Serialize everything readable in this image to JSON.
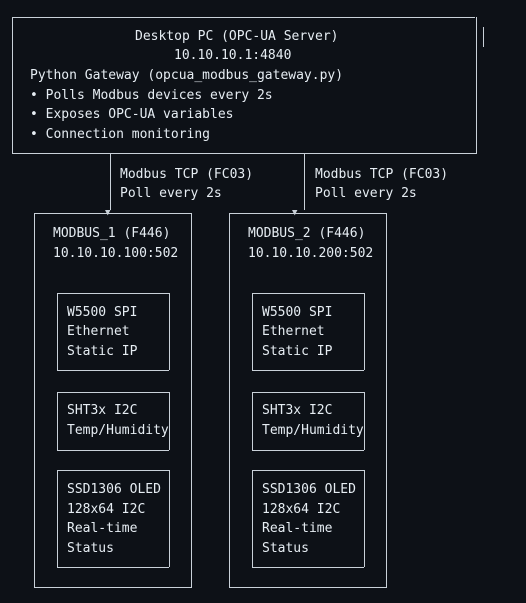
{
  "server": {
    "title": "Desktop PC (OPC-UA Server)",
    "address": "10.10.10.1:4840",
    "gateway": "Python Gateway (opcua_modbus_gateway.py)",
    "bullets": [
      "• Polls Modbus devices every 2s",
      "• Exposes OPC-UA variables",
      "• Connection monitoring"
    ]
  },
  "links": [
    {
      "protocol": "Modbus TCP (FC03)",
      "poll": "Poll every 2s"
    },
    {
      "protocol": "Modbus TCP (FC03)",
      "poll": "Poll every 2s"
    }
  ],
  "devices": [
    {
      "name": "MODBUS_1 (F446)",
      "address": "10.10.10.100:502",
      "modules": [
        [
          "W5500 SPI",
          "Ethernet",
          "Static IP"
        ],
        [
          "SHT3x I2C",
          "Temp/Humidity"
        ],
        [
          "SSD1306 OLED",
          "128x64 I2C",
          "Real-time",
          "Status"
        ]
      ]
    },
    {
      "name": "MODBUS_2 (F446)",
      "address": "10.10.10.200:502",
      "modules": [
        [
          "W5500 SPI",
          "Ethernet",
          "Static IP"
        ],
        [
          "SHT3x I2C",
          "Temp/Humidity"
        ],
        [
          "SSD1306 OLED",
          "128x64 I2C",
          "Real-time",
          "Status"
        ]
      ]
    }
  ]
}
